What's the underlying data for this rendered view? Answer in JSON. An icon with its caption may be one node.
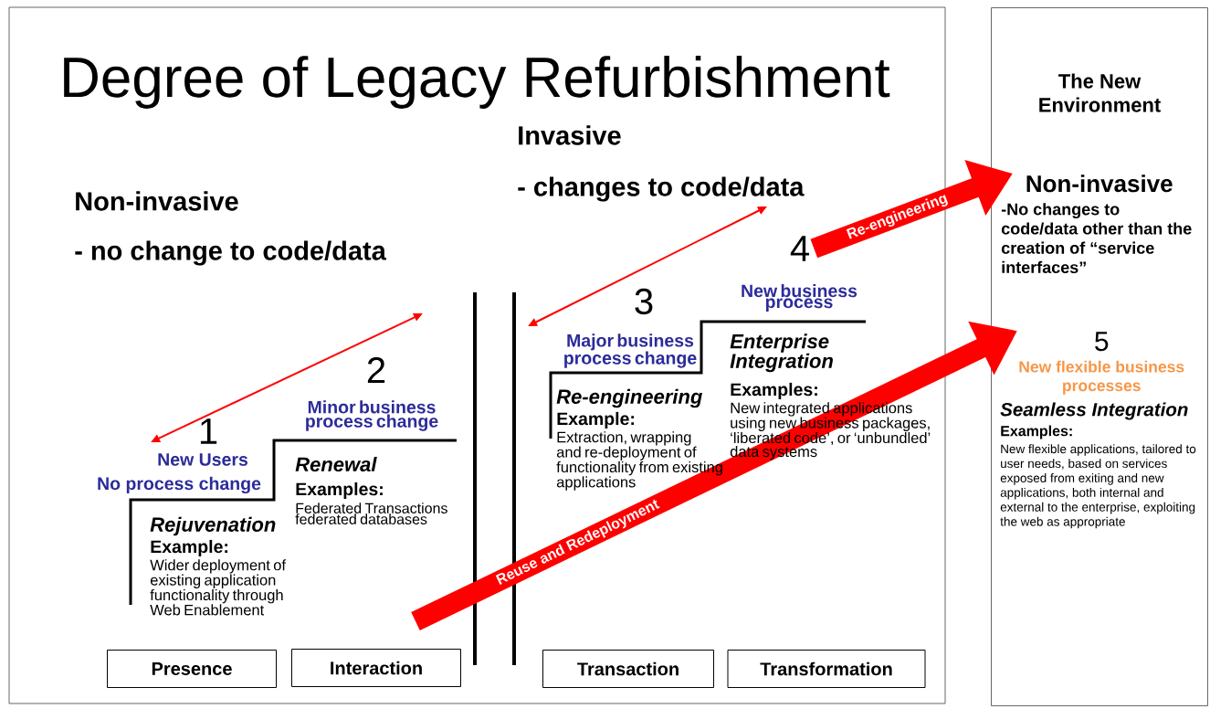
{
  "diagram": {
    "title": "Degree of Legacy Refurbishment",
    "nodes": [
      {
        "text": [
          "The New Environment"
        ]
      },
      {
        "text": [
          "Non-invasive",
          "-No changes to code/data other than the creation of “service interfaces”"
        ],
        "in": 0
      },
      {
        "text": [
          "5",
          "New flexible business processes",
          "Seamless Integration",
          "Examples:",
          "New flexible applications, tailored to user needs, based on services exposed from exiting and new applications, both internal and external to the enterprise, exploiting the web as appropriate"
        ],
        "in": 0
      },
      {
        "text": [
          "4"
        ]
      },
      {
        "text": [
          "Presence"
        ]
      },
      {
        "text": [
          "Interaction"
        ]
      },
      {
        "text": [
          "Transaction"
        ]
      },
      {
        "text": [
          "Transformation"
        ]
      }
    ],
    "edges": [
      {
        "from": 3,
        "to": 1,
        "arrow": "to",
        "label": "Re-engineering"
      },
      {
        "from": null,
        "to": 2,
        "arrow": "to",
        "label": "Reuse and Redeployment"
      }
    ],
    "labels": [
      "Invasive",
      "- changes to code/data",
      "Non-invasive",
      "- no change to code/data",
      "1",
      "New Users",
      "No process change",
      "Rejuvenation",
      "Example:",
      "Wider deployment of existing application functionality through Web Enablement",
      "2",
      "Minor business process change",
      "Renewal",
      "Examples:",
      "Federated Transactions federated databases",
      "3",
      "Major business process change",
      "Re-engineering",
      "Example:",
      "Extraction, wrapping and re-deployment of functionality from existing applications",
      "New business process",
      "Enterprise Integration",
      "Examples:",
      "New integrated applications using new business packages, ‘liberated code’, or ‘unbundled’ data systems"
    ]
  }
}
